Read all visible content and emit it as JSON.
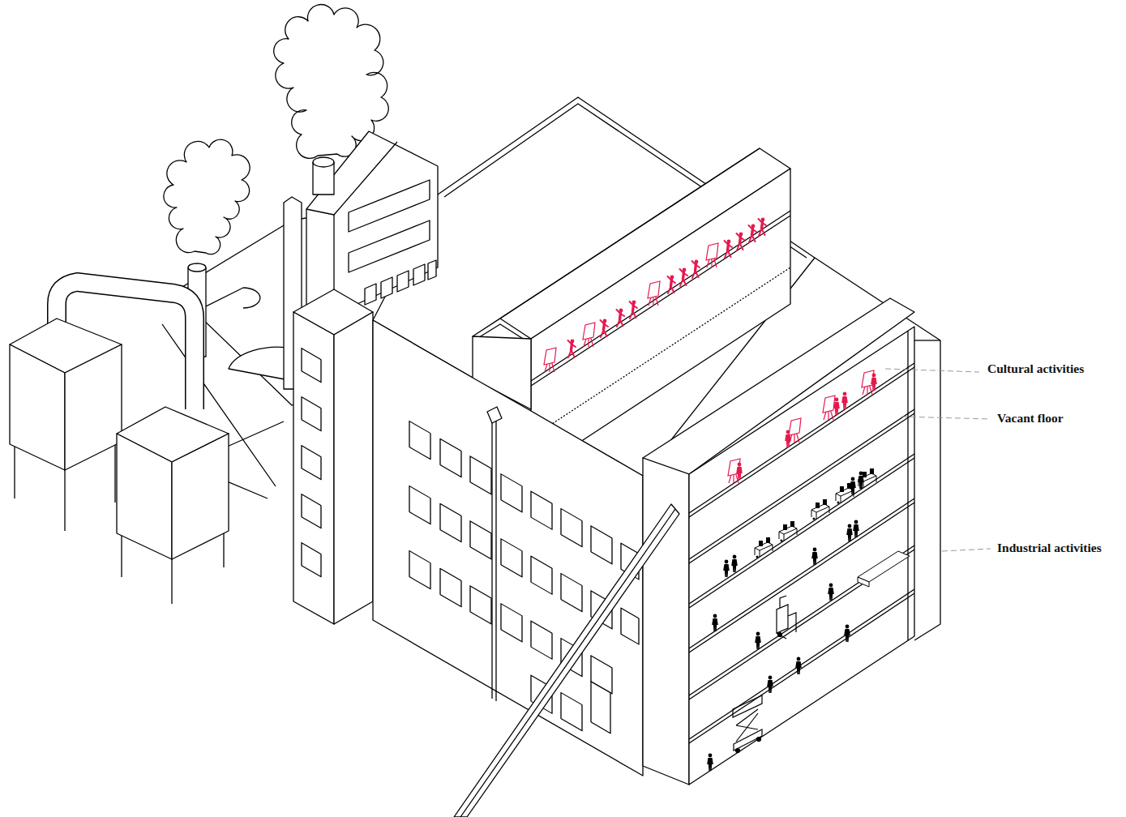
{
  "diagram": {
    "labels": [
      "Cultural activities",
      "Vacant floor",
      "Industrial activities"
    ]
  }
}
